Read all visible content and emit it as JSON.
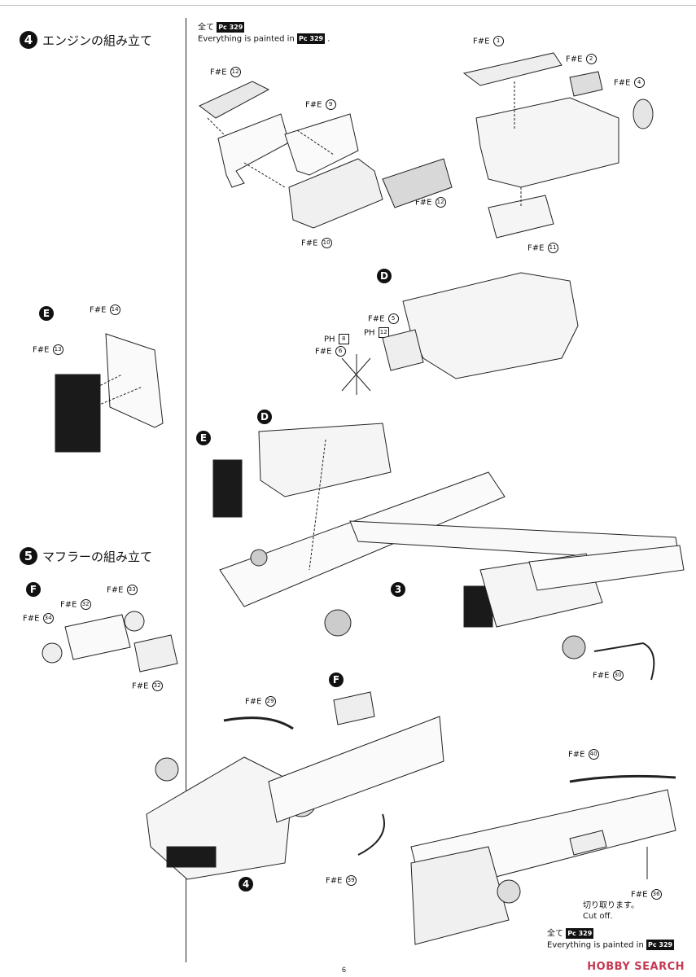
{
  "steps": [
    {
      "num": "4",
      "title": "エンジンの組み立て"
    },
    {
      "num": "5",
      "title": "マフラーの組み立て"
    }
  ],
  "paint_notes": {
    "top": {
      "line1": "全て",
      "line2": "Everything is painted in",
      "code": "329",
      "prefix": "Pc"
    },
    "bottom": {
      "line1": "全て",
      "line2": "Everything is painted in",
      "code": "329",
      "prefix": "Pc"
    }
  },
  "sub_badges": [
    "D",
    "E",
    "D",
    "E",
    "F",
    "F",
    "3",
    "4"
  ],
  "part_labels": [
    {
      "prefix": "F#E",
      "num": "1"
    },
    {
      "prefix": "F#E",
      "num": "2"
    },
    {
      "prefix": "F#E",
      "num": "4"
    },
    {
      "prefix": "F#E",
      "num": "12"
    },
    {
      "prefix": "F#E",
      "num": "9"
    },
    {
      "prefix": "F#E",
      "num": "12"
    },
    {
      "prefix": "F#E",
      "num": "10"
    },
    {
      "prefix": "F#E",
      "num": "11"
    },
    {
      "prefix": "F#E",
      "num": "5"
    },
    {
      "prefix": "PH",
      "num": "12"
    },
    {
      "prefix": "PH",
      "num": "8"
    },
    {
      "prefix": "F#E",
      "num": "6"
    },
    {
      "prefix": "F#E",
      "num": "14"
    },
    {
      "prefix": "F#E",
      "num": "13"
    },
    {
      "prefix": "F#E",
      "num": "33"
    },
    {
      "prefix": "F#E",
      "num": "32"
    },
    {
      "prefix": "F#E",
      "num": "34"
    },
    {
      "prefix": "F#E",
      "num": "32"
    },
    {
      "prefix": "F#E",
      "num": "30"
    },
    {
      "prefix": "F#E",
      "num": "29"
    },
    {
      "prefix": "F#E",
      "num": "39"
    },
    {
      "prefix": "F#E",
      "num": "40"
    },
    {
      "prefix": "F#E",
      "num": "36"
    }
  ],
  "cut_note": {
    "ja": "切り取ります。",
    "en": "Cut off."
  },
  "page_number": "6",
  "watermark": "HOBBY SEARCH"
}
